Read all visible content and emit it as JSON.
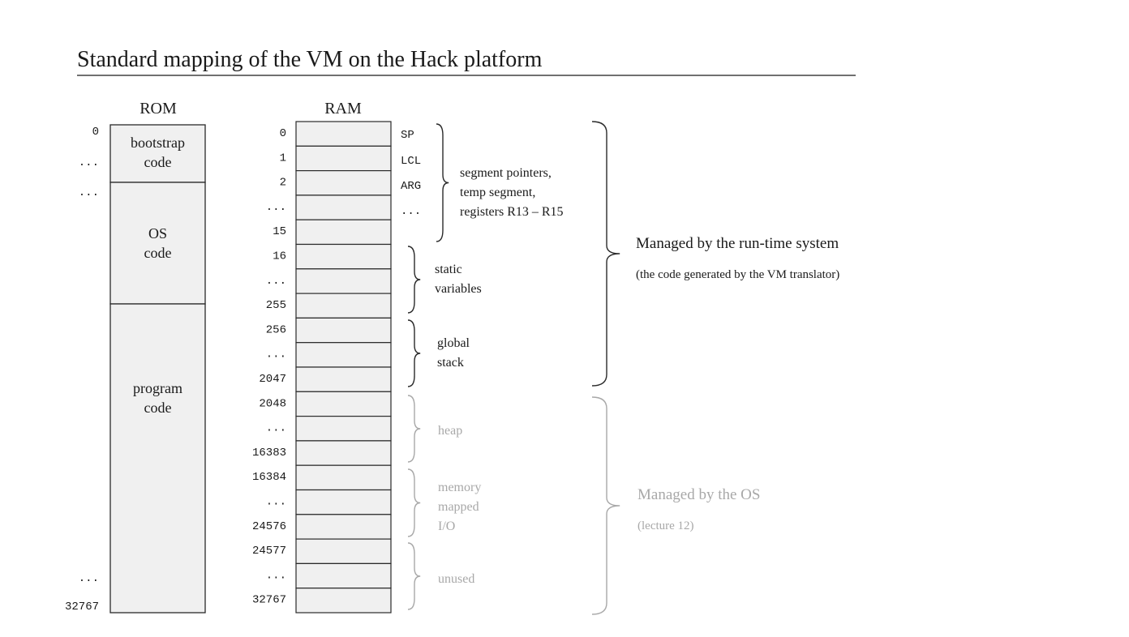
{
  "title": "Standard mapping of the VM on the Hack platform",
  "colors": {
    "text": "#1a1a1a",
    "muted": "#a8a8a8",
    "cell_fill": "#f0f0f0",
    "border": "#2a2a2a"
  },
  "rom": {
    "header": "ROM",
    "address_labels": [
      "0",
      "...",
      "...",
      "...",
      "32767"
    ],
    "blocks": [
      {
        "lines": [
          "bootstrap",
          "code"
        ]
      },
      {
        "lines": [
          "OS",
          "code"
        ]
      },
      {
        "lines": [
          "program",
          "code"
        ]
      }
    ]
  },
  "ram": {
    "header": "RAM",
    "address_labels": [
      "0",
      "1",
      "2",
      "...",
      "15",
      "16",
      "...",
      "255",
      "256",
      "...",
      "2047",
      "2048",
      "...",
      "16383",
      "16384",
      "...",
      "24576",
      "24577",
      "...",
      "32767"
    ],
    "register_names": [
      "SP",
      "LCL",
      "ARG",
      "..."
    ]
  },
  "groups": [
    {
      "lines": [
        "segment pointers,",
        "temp segment,",
        "registers R13 – R15"
      ],
      "mono_words": [
        "temp",
        "R13",
        "R15"
      ],
      "muted": false
    },
    {
      "lines": [
        "static",
        "variables"
      ],
      "muted": false
    },
    {
      "lines": [
        "global",
        "stack"
      ],
      "muted": false
    },
    {
      "lines": [
        "heap"
      ],
      "muted": true
    },
    {
      "lines": [
        "memory",
        "mapped",
        "I/O"
      ],
      "muted": true
    },
    {
      "lines": [
        "unused"
      ],
      "muted": true
    }
  ],
  "runtime": {
    "title": "Managed by the run-time system",
    "subtitle": "(the code generated by the VM translator)"
  },
  "os": {
    "title": "Managed by the OS",
    "subtitle": "(lecture 12)"
  }
}
